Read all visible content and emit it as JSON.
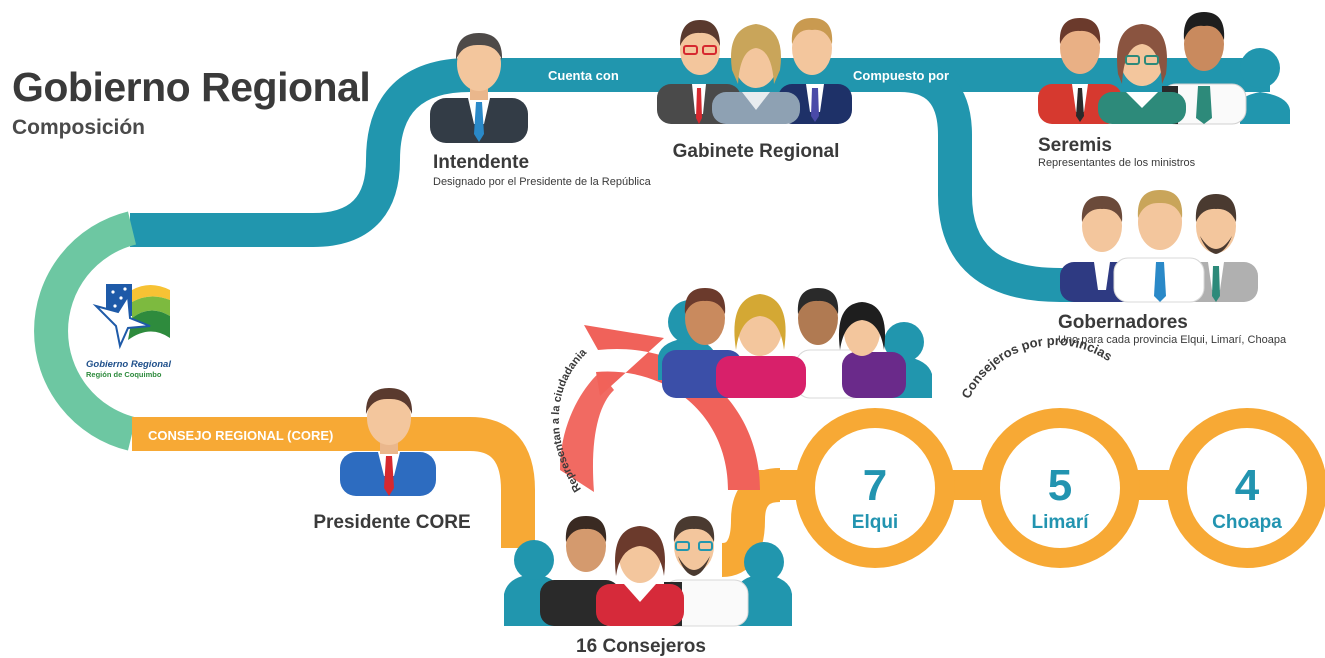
{
  "header": {
    "title": "Gobierno Regional",
    "subtitle": "Composición"
  },
  "colors": {
    "teal": "#2196ae",
    "green": "#6dc7a2",
    "orange": "#f7a935",
    "arrow": "#f0625a",
    "number": "#2294b0"
  },
  "paths": {
    "cuenta_con": "Cuenta con",
    "compuesto_por": "Compuesto por",
    "gobierno_regional": "GOBIERNO REGIONAL",
    "consejo_regional": "CONSEJO REGIONAL (CORE)",
    "representan": "Representan a la ciudadania",
    "consejeros_por_provincias": "Consejeros por provincias"
  },
  "logo": {
    "line1": "Gobierno Regional",
    "line2": "Región de Coquimbo"
  },
  "nodes": {
    "intendente": {
      "name": "Intendente",
      "desc": "Designado por el Presidente de la República"
    },
    "gabinete": {
      "name": "Gabinete Regional"
    },
    "seremis": {
      "name": "Seremis",
      "desc": "Representantes de los ministros"
    },
    "gobernadores": {
      "name": "Gobernadores",
      "desc": "Uno para cada provincia Elqui, Limarí, Choapa"
    },
    "presidente_core": {
      "name": "Presidente CORE"
    },
    "consejeros": {
      "name": "16 Consejeros"
    }
  },
  "provincias": [
    {
      "count": "7",
      "name": "Elqui"
    },
    {
      "count": "5",
      "name": "Limarí"
    },
    {
      "count": "4",
      "name": "Choapa"
    }
  ],
  "icons": {
    "intendente": "person-icon",
    "gabinete": "group-icon",
    "seremis": "group-icon",
    "gobernadores": "group-icon",
    "ciudadania": "group-icon",
    "presidente": "person-icon",
    "consejeros": "group-icon"
  }
}
